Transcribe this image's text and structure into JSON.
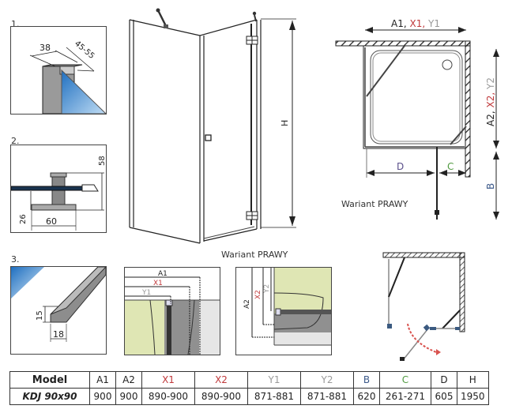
{
  "details": [
    {
      "number": "1.",
      "dims": [
        "38",
        "45-55"
      ]
    },
    {
      "number": "2.",
      "dims": [
        "58",
        "26",
        "60"
      ]
    },
    {
      "number": "3.",
      "dims": [
        "15",
        "18"
      ]
    }
  ],
  "perspective": {
    "height_label": "H",
    "caption": "Wariant PRAWY"
  },
  "plan": {
    "top_label": {
      "a": "A1,",
      "x": "X1,",
      "y": "Y1"
    },
    "side_label": {
      "a": "A2,",
      "x": "X2,",
      "y": "Y2"
    },
    "b_label": "B",
    "d_label": "D",
    "c_label": "C",
    "caption": "Wariant PRAWY"
  },
  "inset_width": {
    "labels": [
      "A1",
      "X1",
      "Y1"
    ]
  },
  "inset_depth": {
    "labels": [
      "A2",
      "X2",
      "Y2"
    ]
  },
  "colors": {
    "a": "#222222",
    "x": "#c0393b",
    "y": "#9a9a9a",
    "b": "#3d5a8a",
    "c": "#4f9a3f",
    "d": "#5a4f8a",
    "glass_blue": "#2f7fc6",
    "wall_green": "#dfe6b4",
    "swing_red": "#d9534f",
    "fitting_blue": "#3b5a80"
  },
  "table": {
    "headers": [
      "Model",
      "A1",
      "A2",
      "X1",
      "X2",
      "Y1",
      "Y2",
      "B",
      "C",
      "D",
      "H"
    ],
    "rows": [
      [
        "KDJ 90x90",
        "900",
        "900",
        "890-900",
        "890-900",
        "871-881",
        "871-881",
        "620",
        "261-271",
        "605",
        "1950"
      ]
    ]
  }
}
